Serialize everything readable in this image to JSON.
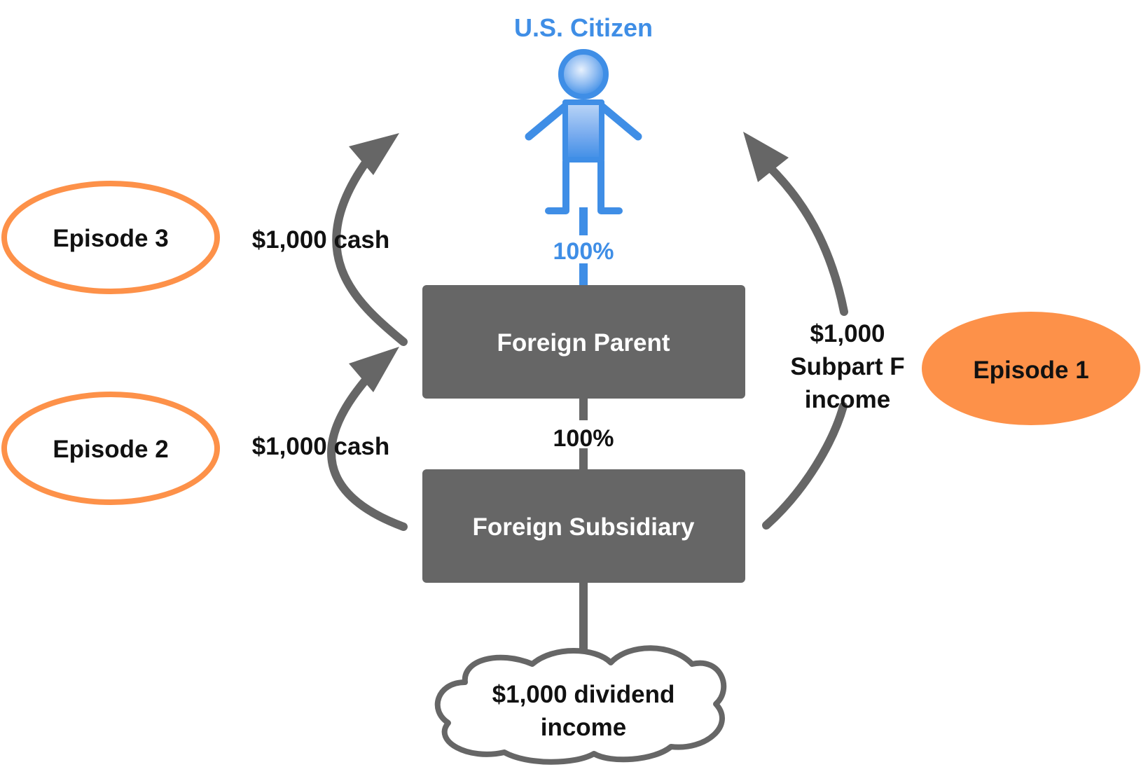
{
  "colors": {
    "accent_blue": "#3f8ee6",
    "box_gray": "#666666",
    "arrow_gray": "#666666",
    "episode_orange": "#fd9149",
    "text_dark": "#111111",
    "background": "#ffffff"
  },
  "person": {
    "label": "U.S. Citizen",
    "icon": "person-icon"
  },
  "ownership": {
    "citizen_to_parent": "100%",
    "parent_to_subsidiary": "100%"
  },
  "entities": {
    "parent": "Foreign Parent",
    "subsidiary": "Foreign Subsidiary"
  },
  "income_source": {
    "line1": "$1,000 dividend",
    "line2": "income",
    "icon": "cloud-icon"
  },
  "flows": {
    "episode3_label": "$1,000 cash",
    "episode2_label": "$1,000 cash",
    "episode1_label": {
      "line1": "$1,000",
      "line2": "Subpart F",
      "line3": "income"
    }
  },
  "episodes": {
    "episode1": "Episode 1",
    "episode2": "Episode 2",
    "episode3": "Episode 3"
  }
}
